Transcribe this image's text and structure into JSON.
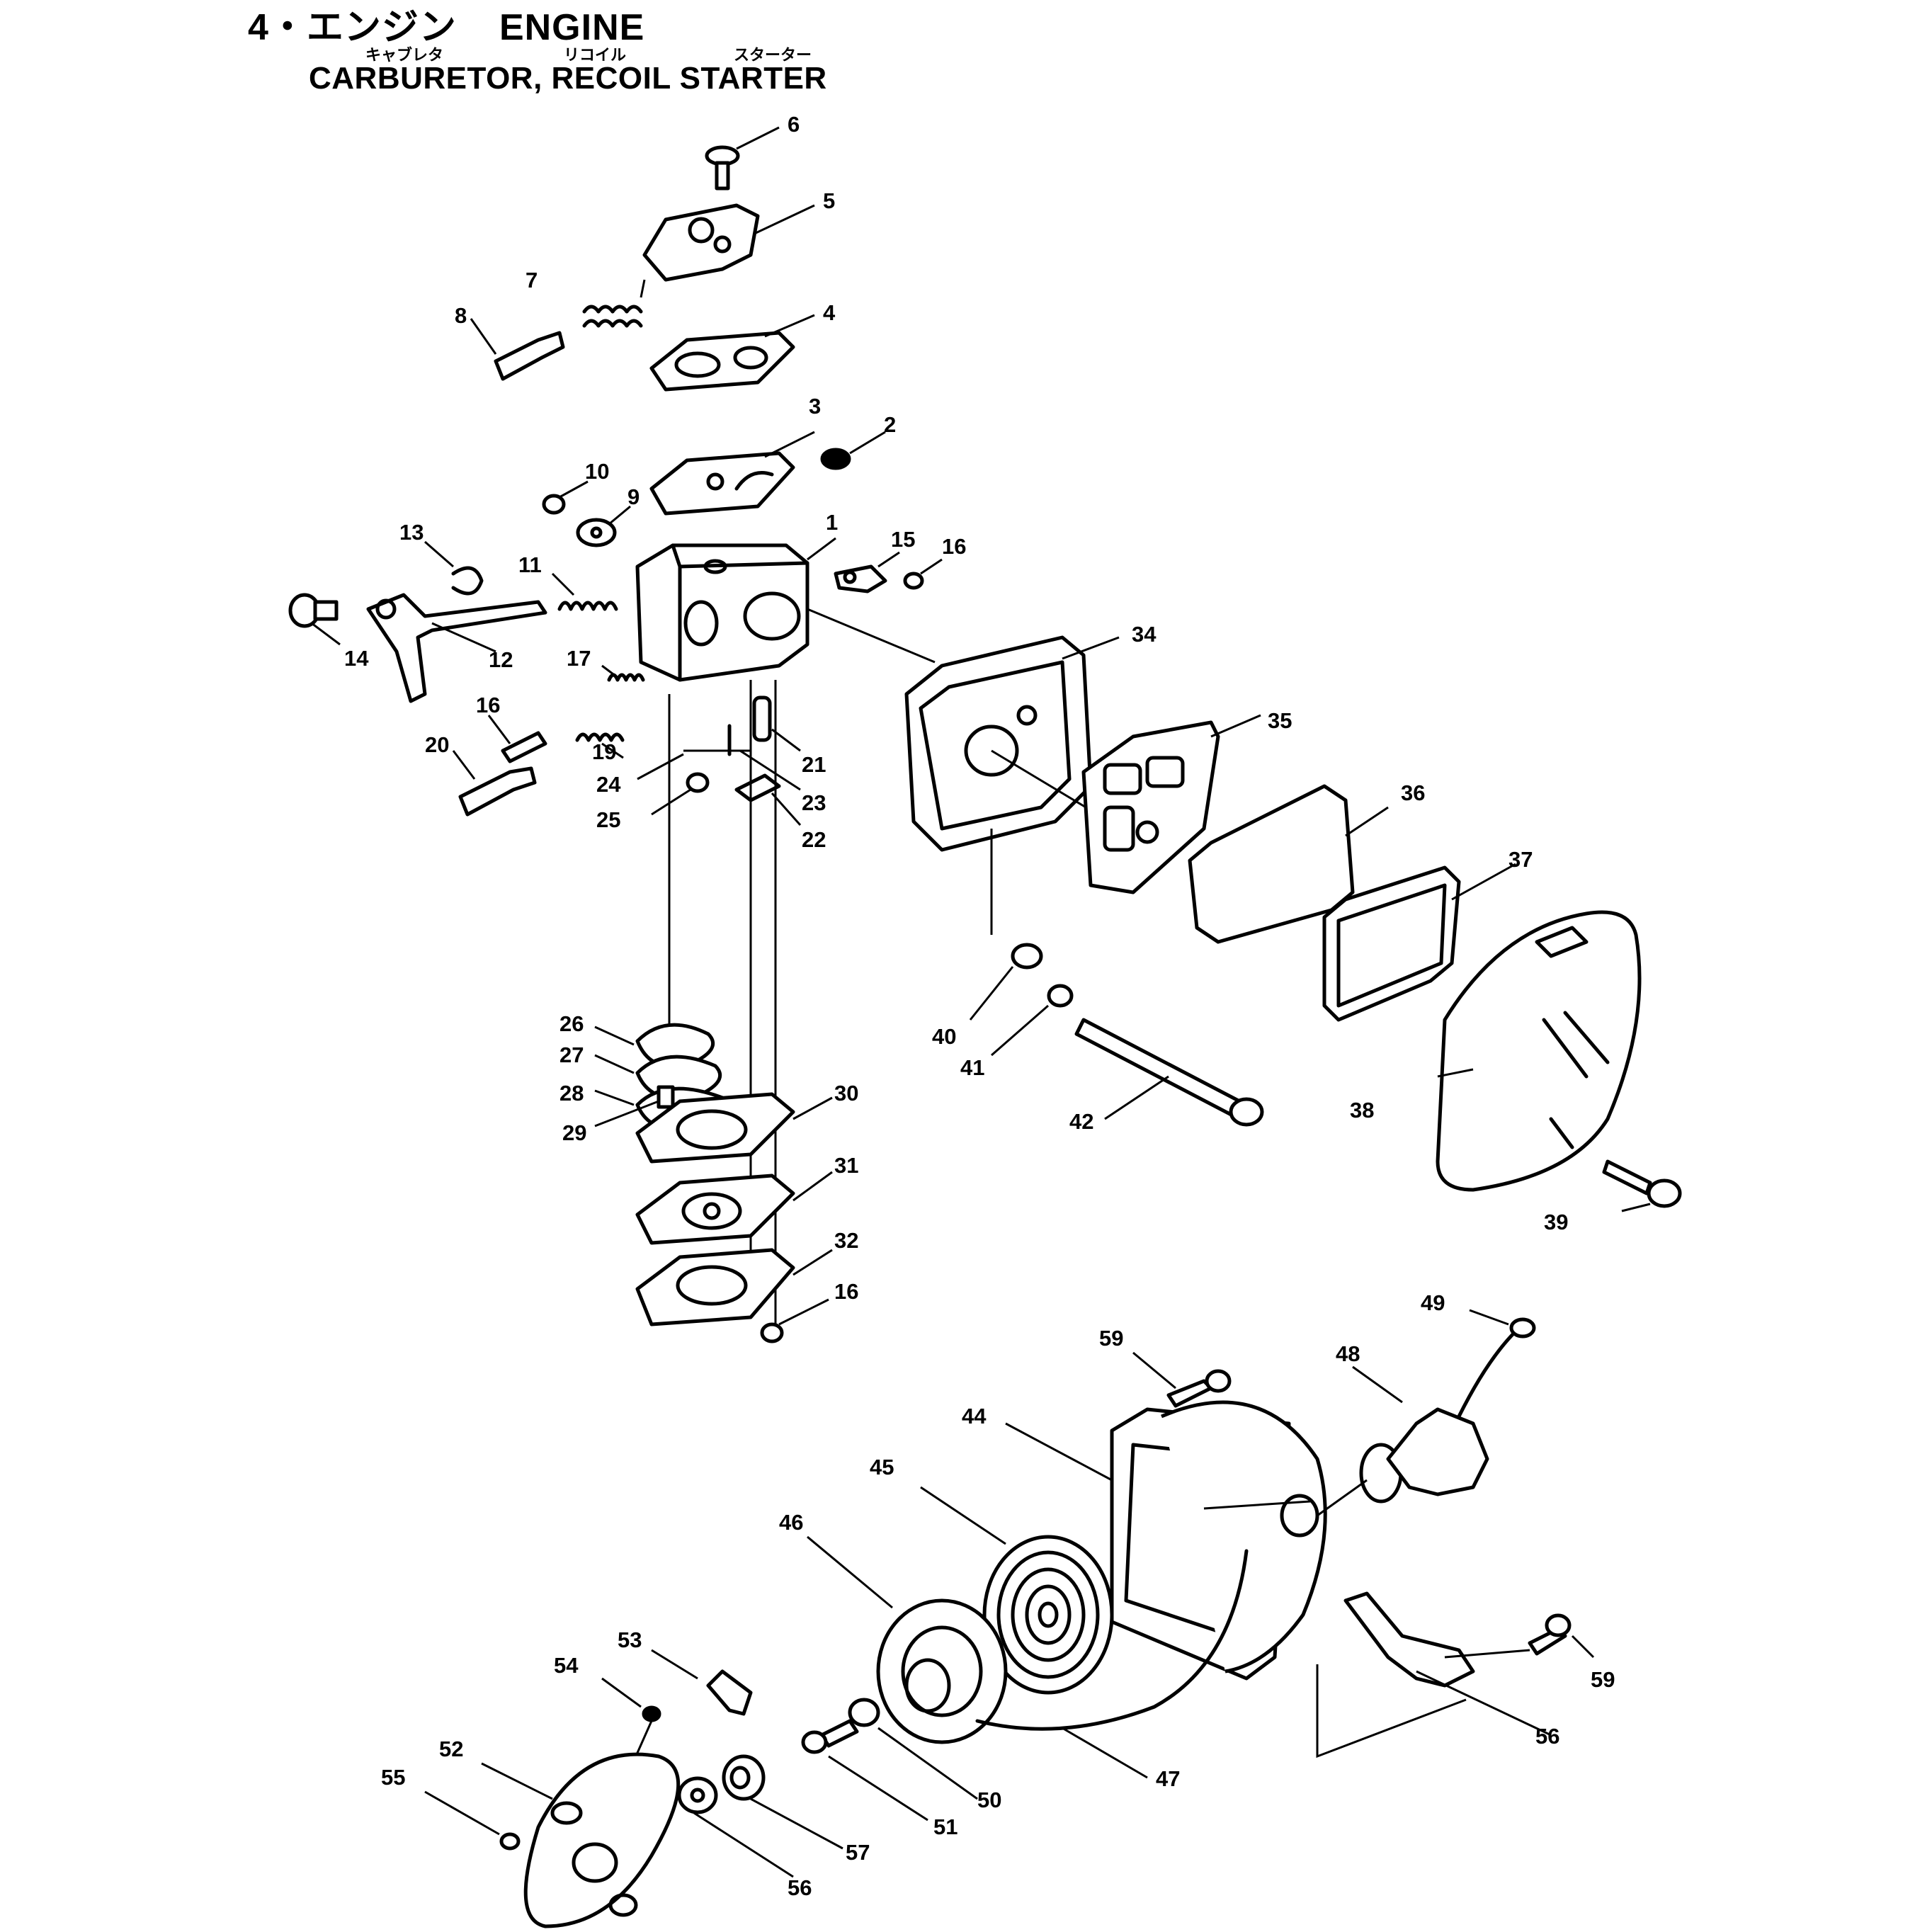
{
  "header": {
    "section_number": "4・",
    "section_jp": "エンジン",
    "section_en": "ENGINE",
    "subtitle": "CARBURETOR, RECOIL STARTER",
    "kana_carburetor": "キャブレタ",
    "kana_recoil": "リコイル",
    "kana_starter": "スターター"
  },
  "callouts": [
    "1",
    "2",
    "3",
    "4",
    "5",
    "6",
    "7",
    "8",
    "9",
    "10",
    "11",
    "12",
    "13",
    "14",
    "15",
    "16",
    "16",
    "16",
    "16",
    "17",
    "19",
    "20",
    "21",
    "22",
    "23",
    "24",
    "25",
    "26",
    "27",
    "28",
    "29",
    "30",
    "31",
    "32",
    "34",
    "35",
    "36",
    "37",
    "38",
    "39",
    "40",
    "41",
    "42",
    "44",
    "45",
    "46",
    "47",
    "48",
    "49",
    "50",
    "51",
    "52",
    "53",
    "54",
    "55",
    "56",
    "57",
    "56",
    "59",
    "59"
  ]
}
